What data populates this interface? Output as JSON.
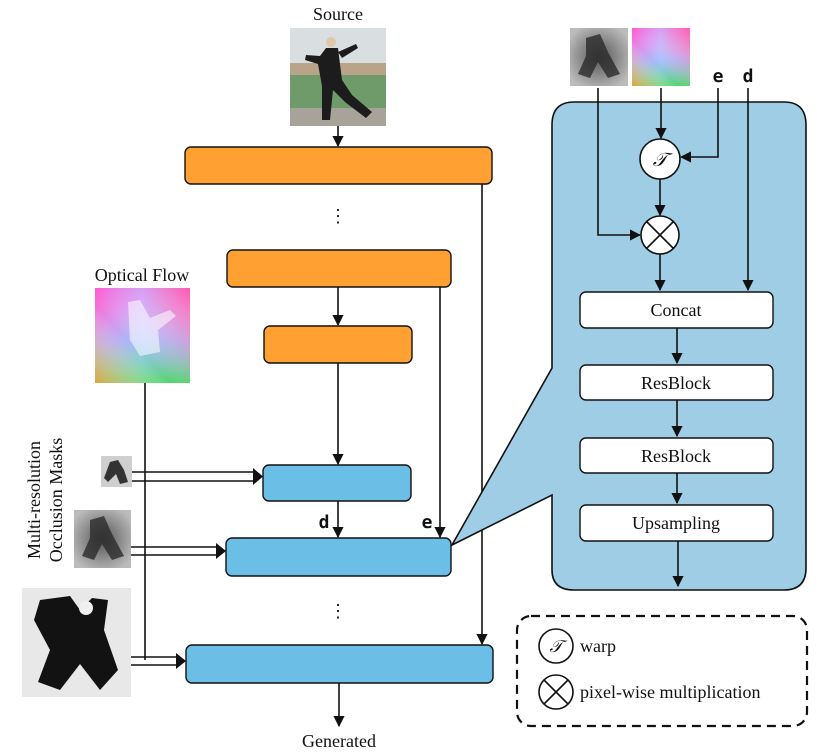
{
  "labels": {
    "source": "Source",
    "optical_flow": "Optical Flow",
    "masks_line1": "Multi-resolution",
    "masks_line2": "Occlusion Masks",
    "generated": "Generated",
    "d": "d",
    "e": "e",
    "ellipsis": "⋮"
  },
  "detail": {
    "concat": "Concat",
    "resblock1": "ResBlock",
    "resblock2": "ResBlock",
    "upsampling": "Upsampling",
    "warp_symbol": "𝒯",
    "e": "e",
    "d": "d"
  },
  "legend": {
    "warp_symbol": "𝒯",
    "warp": "warp",
    "mult": "pixel-wise multiplication"
  },
  "colors": {
    "encoder": "#FFA033",
    "decoder": "#6BBFE6",
    "panel": "#9FCDE6",
    "line": "#111111"
  }
}
